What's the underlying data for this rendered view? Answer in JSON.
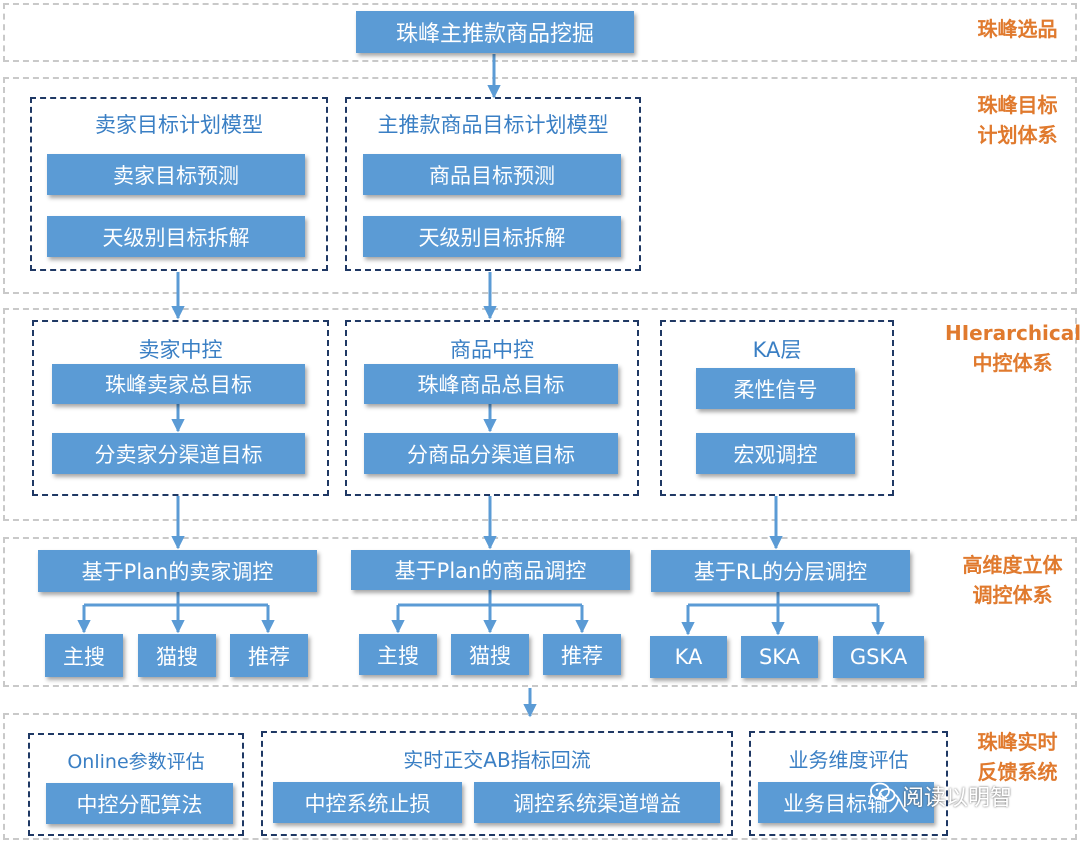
{
  "top": {
    "label": "珠峰主推款商品挖掘",
    "side": "珠峰选品"
  },
  "plan": {
    "side": "珠峰目标\n计划体系",
    "seller": {
      "title": "卖家目标计划模型",
      "b1": "卖家目标预测",
      "b2": "天级别目标拆解"
    },
    "product": {
      "title": "主推款商品目标计划模型",
      "b1": "商品目标预测",
      "b2": "天级别目标拆解"
    }
  },
  "hier": {
    "side": "HIerarchical\n中控体系",
    "seller": {
      "title": "卖家中控",
      "b1": "珠峰卖家总目标",
      "b2": "分卖家分渠道目标"
    },
    "product": {
      "title": "商品中控",
      "b1": "珠峰商品总目标",
      "b2": "分商品分渠道目标"
    },
    "ka": {
      "title": "KA层",
      "b1": "柔性信号",
      "b2": "宏观调控"
    }
  },
  "ctrl": {
    "side": "高维度立体\n调控体系",
    "seller": {
      "head": "基于Plan的卖家调控",
      "c1": "主搜",
      "c2": "猫搜",
      "c3": "推荐"
    },
    "product": {
      "head": "基于Plan的商品调控",
      "c1": "主搜",
      "c2": "猫搜",
      "c3": "推荐"
    },
    "rl": {
      "head": "基于RL的分层调控",
      "c1": "KA",
      "c2": "SKA",
      "c3": "GSKA"
    }
  },
  "feedback": {
    "side": "珠峰实时\n反馈系统",
    "online": {
      "title": "Online参数评估",
      "b1": "中控分配算法"
    },
    "ab": {
      "title": "实时正交AB指标回流",
      "b1": "中控系统止损",
      "b2": "调控系统渠道增益"
    },
    "biz": {
      "title": "业务维度评估",
      "b1": "业务目标输入"
    }
  },
  "watermark": {
    "text": "阅读以明智",
    "icon": "wechat-icon"
  },
  "colors": {
    "box": "#5b9bd5",
    "group_border": "#1f3864",
    "side_label": "#e07a2e",
    "title_text": "#3a7fc4"
  }
}
